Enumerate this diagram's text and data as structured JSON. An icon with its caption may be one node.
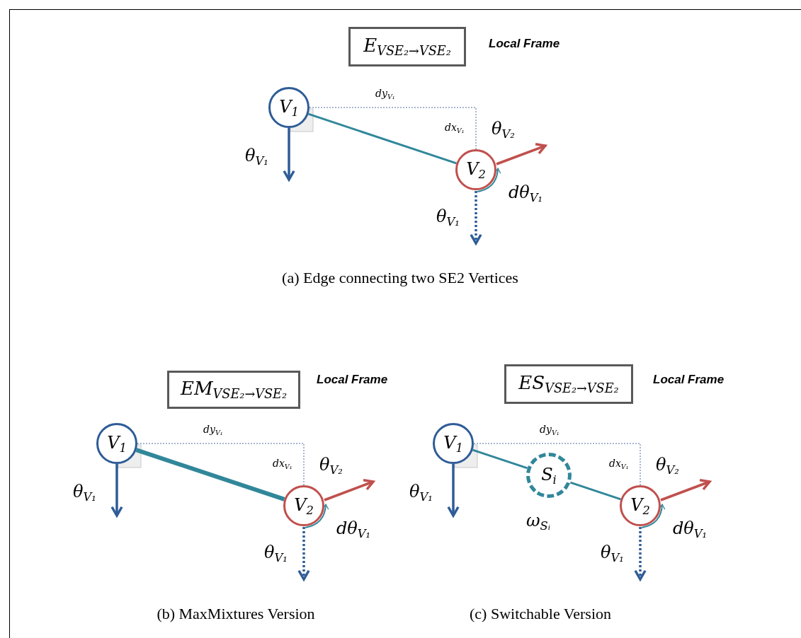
{
  "diagram": {
    "nodes": [
      {
        "text": [
          "E$_{VSE₂→VSE₂}$"
        ]
      },
      {
        "text": [
          "V$_{1}$"
        ]
      },
      {
        "text": [
          "V$_{2}$"
        ]
      },
      {
        "text": [
          "EM$_{VSE₂→VSE₂}$"
        ]
      },
      {
        "text": [
          "V$_{1}$"
        ]
      },
      {
        "text": [
          "V$_{2}$"
        ]
      },
      {
        "text": [
          "ES$_{VSE₂→VSE₂}$"
        ]
      },
      {
        "text": [
          "V$_{1}$"
        ]
      },
      {
        "text": [
          "S$_{i}$"
        ],
        "beside": [
          "ω$_{Sᵢ}$"
        ]
      },
      {
        "text": [
          "V$_{2}$"
        ]
      }
    ],
    "edges": [
      {
        "from": 1,
        "to": 2,
        "arrow": "none"
      },
      {
        "from": 4,
        "to": 5,
        "arrow": "none",
        "style": "thick"
      },
      {
        "from": 7,
        "to": 8,
        "arrow": "none"
      },
      {
        "from": 8,
        "to": 9,
        "arrow": "none"
      }
    ],
    "labels": [
      "Local Frame",
      "dy$_{V₁}$",
      "dx$_{V₁}$",
      "θ$_{V₁}$",
      "θ$_{V₂}$",
      "dθ$_{V₁}$",
      "θ$_{V₁}$",
      "(a) Edge connecting two SE2 Vertices",
      "Local Frame",
      "dy$_{V₁}$",
      "dx$_{V₁}$",
      "θ$_{V₁}$",
      "θ$_{V₂}$",
      "dθ$_{V₁}$",
      "θ$_{V₁}$",
      "Local Frame",
      "dy$_{V₁}$",
      "dx$_{V₁}$",
      "θ$_{V₁}$",
      "θ$_{V₂}$",
      "dθ$_{V₁}$",
      "θ$_{V₁}$",
      "(b) MaxMixtures Version",
      "(c) Switchable Version"
    ]
  }
}
